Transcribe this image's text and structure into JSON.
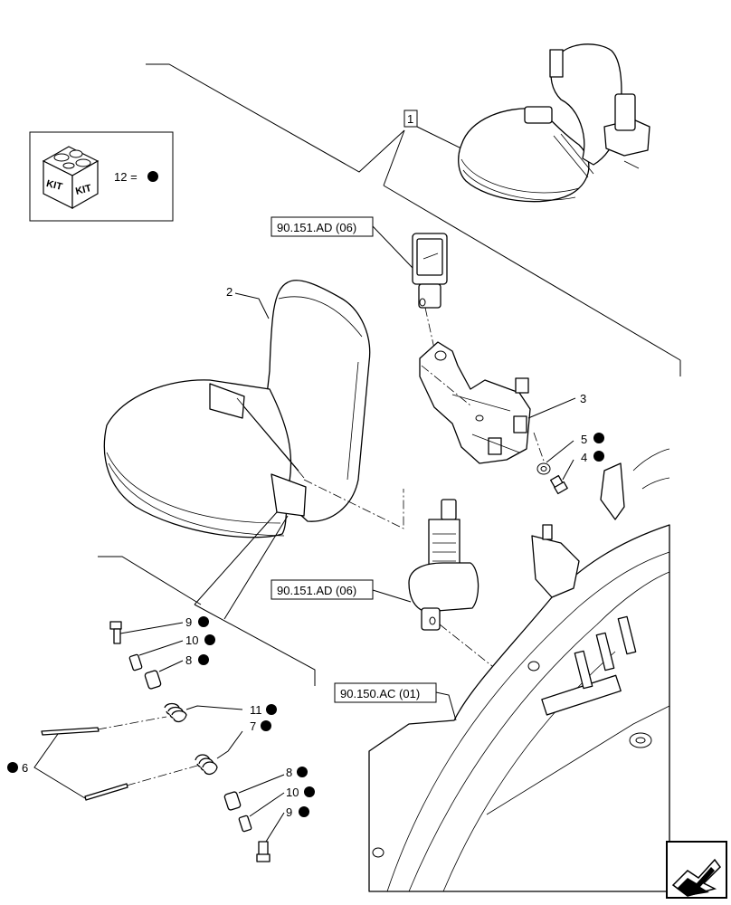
{
  "kit_box": {
    "kit_icon_text": "KIT",
    "legend_text": "12 ="
  },
  "references": {
    "top_seat_group": "1",
    "buckle_ref": "90.151.AD (06)",
    "retractor_ref": "90.151.AD (06)",
    "frame_ref": "90.150.AC (01)"
  },
  "callouts": {
    "seat": "2",
    "bracket": "3",
    "washer": "5",
    "bolt": "4",
    "screw_upper": "9",
    "sleeve_upper": "10",
    "bushing_upper": "8",
    "spring_upper": "11",
    "spring_lower": "7",
    "rods": "6",
    "bushing_lower": "8",
    "sleeve_lower": "10",
    "screw_lower": "9"
  },
  "kit_marked_items": [
    "12",
    "5",
    "4",
    "9",
    "10",
    "8",
    "11",
    "7",
    "6",
    "8",
    "10",
    "9"
  ],
  "nav_icon": "next-page-arrow-icon"
}
